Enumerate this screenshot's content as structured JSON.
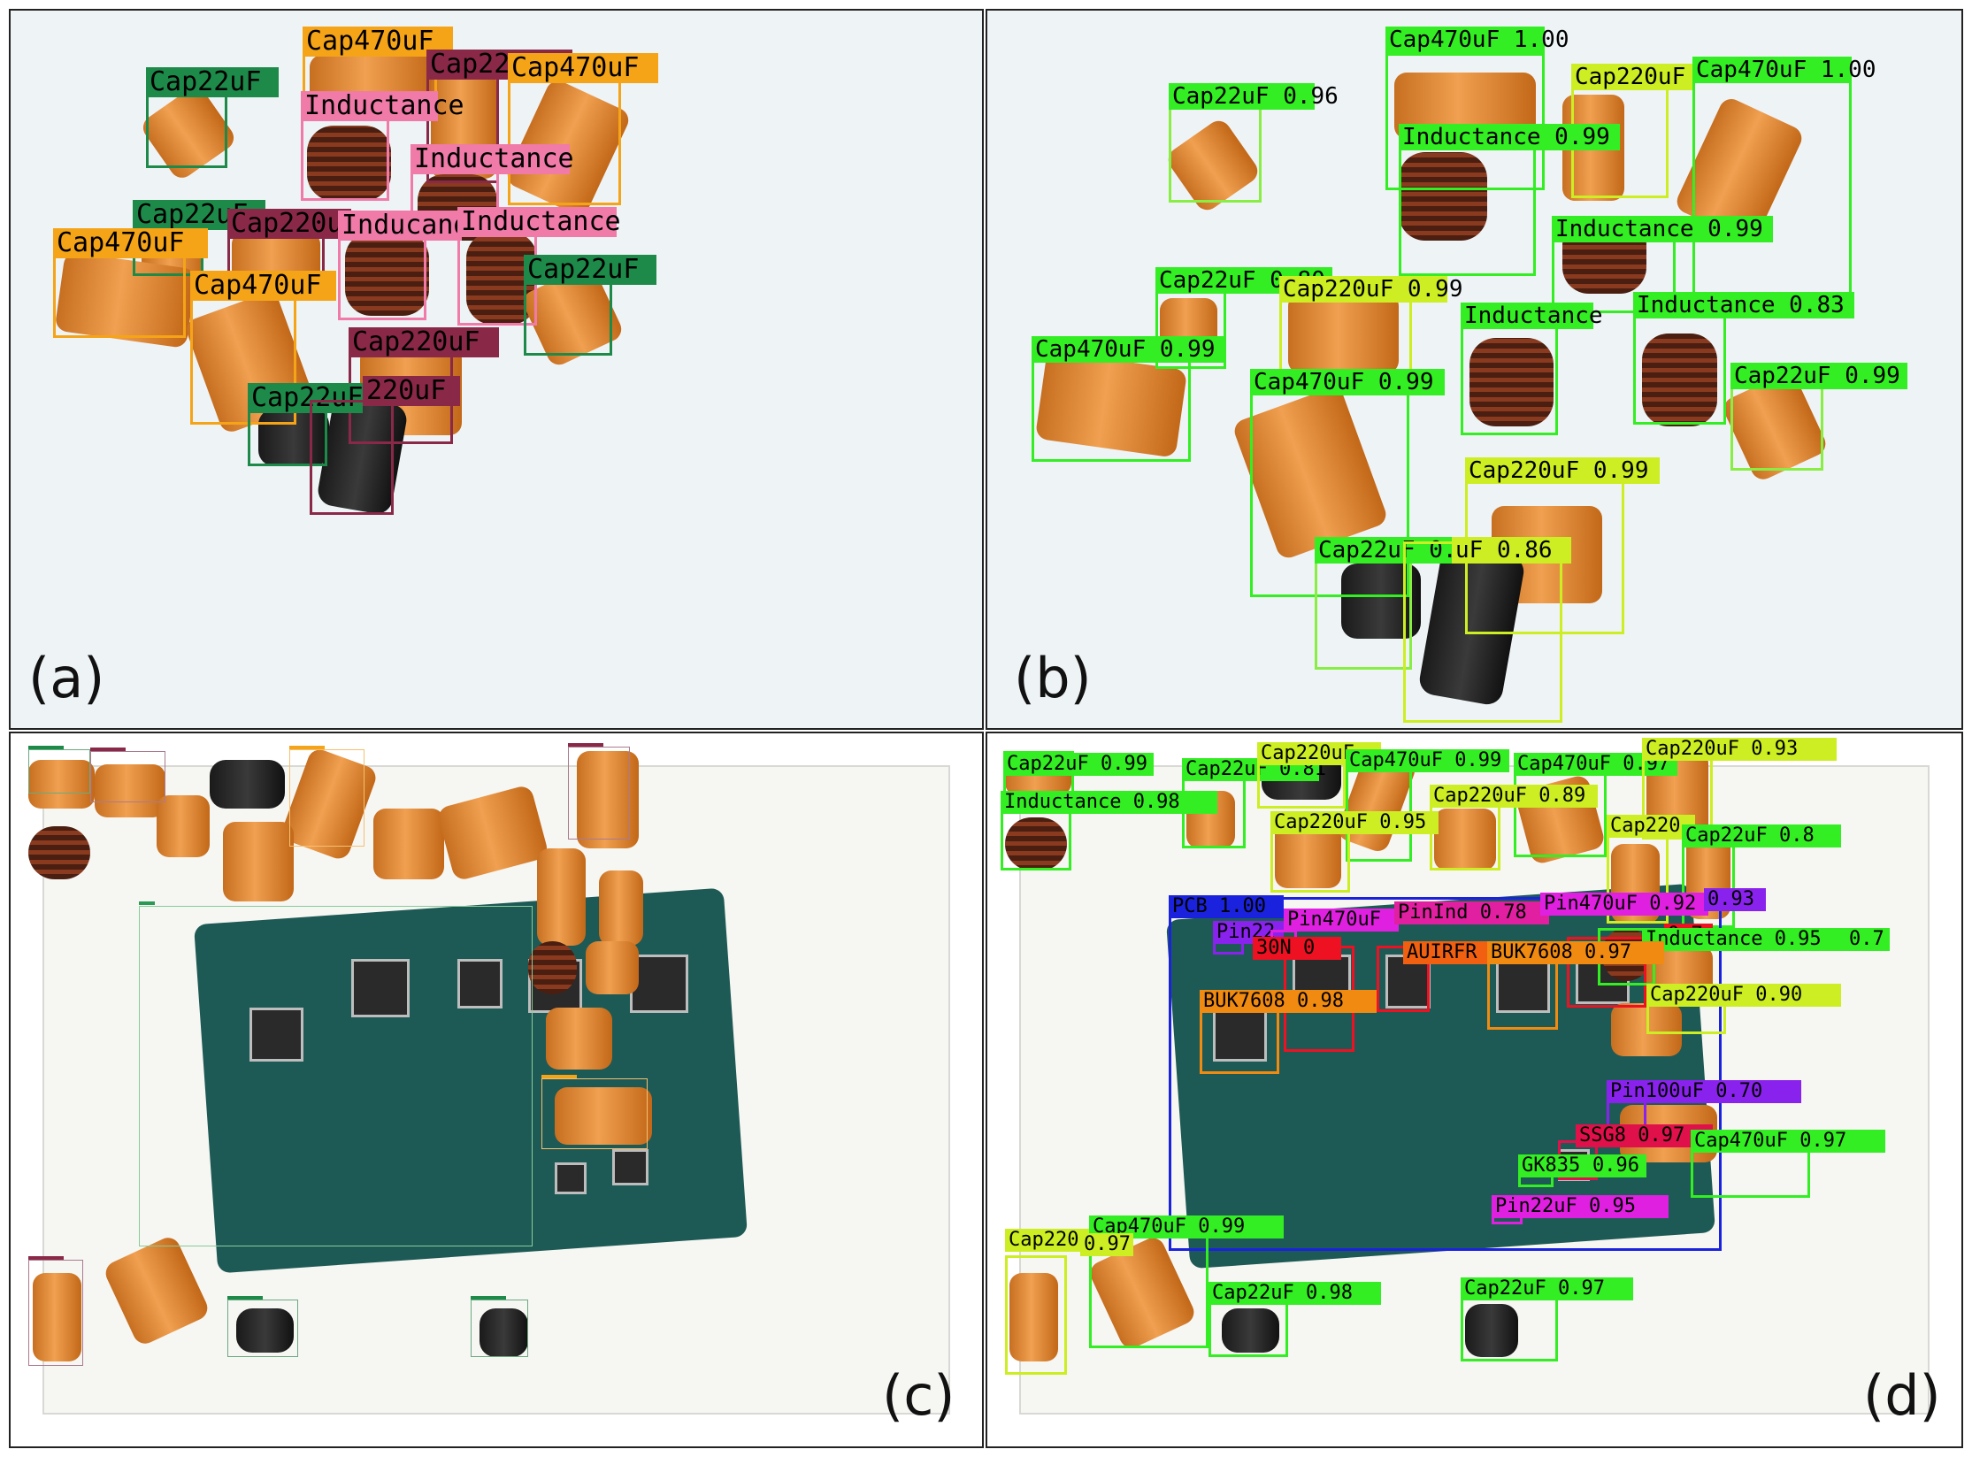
{
  "panel_letters": {
    "a": "(a)",
    "b": "(b)",
    "c": "(c)",
    "d": "(d)"
  },
  "colors": {
    "cap22uF_gt": "#1e8a4a",
    "cap470uF_gt": "#f5a418",
    "cap220uF_gt": "#8a2848",
    "inductance_gt": "#f07aa8",
    "det_green": "#33ee22",
    "det_yellow": "#ccee22",
    "pcb_blue": "#1a22dd",
    "pin_magenta": "#e020e0",
    "pin_violet": "#8a22ee",
    "buk_orange": "#f08a10",
    "red": "#ee1122",
    "crimson": "#e0104a"
  },
  "panel_a": {
    "labels": [
      "Cap470uF",
      "Cap22",
      "Cap470uF",
      "Cap22uF",
      "Inductance",
      "Inductance",
      "Cap22uF",
      "Cap220u",
      "Inducand",
      "Inductance",
      "Cap470uF",
      "Cap22uF",
      "Cap470uF",
      "Cap220uF",
      "Cap22uF",
      "220uF"
    ]
  },
  "panel_b": {
    "labels": [
      "Cap470uF 1.00",
      "Cap22uF 0.96",
      "Cap220uF",
      "Cap470uF 1.00",
      "Inductance 0.99",
      "Inductance 0.99",
      "Cap22uF 0.80",
      "Cap220uF 0.99",
      "Inductance",
      "Inductance 0.83",
      "Cap470uF 0.99",
      "Cap470uF 0.99",
      "Cap22uF 0.99",
      "Cap220uF 0.99",
      "Cap22uF 0.98",
      "uF 0.86"
    ]
  },
  "panel_d": {
    "labels": [
      "Cap22uF 0.99",
      "Cap22uF 0.81",
      "Cap220uF",
      "Cap470uF 0.99",
      "Cap470uF 0.97",
      "Cap220uF 0.93",
      "Inductance 0.98",
      "Cap220uF 0.95",
      "Cap220uF 0.89",
      "Cap220",
      "Cap22uF 0.8",
      "PCB 1.00",
      "Pin22",
      "Pin470uF",
      "PinInd 0.78",
      "Pin470uF 0.92",
      "0.93",
      "30N 0",
      "AUIRFR 0.97",
      "0.7",
      "Inductance 0.95",
      "0.7",
      "BUK7608 0.98",
      "BUK7608 0.97",
      "Cap220uF 0.90",
      "Pin100uF 0.70",
      "SSG8 0.97",
      "GK835",
      "0.96",
      "Cap470uF 0.97",
      "Pin22uF 0.95",
      "Cap220uF",
      "Cap470uF 0.99",
      "0.97",
      "Cap22uF 0.98",
      "Cap22uF 0.97"
    ]
  }
}
